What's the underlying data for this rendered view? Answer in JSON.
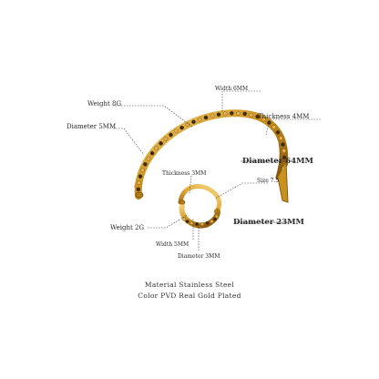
{
  "bangle": {
    "weight": "Weight 8G",
    "width": "Width 6MM",
    "diameter_wire": "Diameter 5MM",
    "thickness": "Thickness 4MM",
    "diameter": "Diameter 64MM"
  },
  "ring": {
    "thickness": "Thickness 3MM",
    "size": "Size 7.5",
    "weight": "Weight 2G",
    "diameter": "Diameter 23MM",
    "width": "Width 5MM",
    "diameter_wire": "Diameter 3MM"
  },
  "footer": {
    "material": "Material Stainless Steel",
    "color": "Color PVD Real Gold Plated"
  },
  "colors": {
    "gold": "#c9921f",
    "gold_light": "#f2cc6a",
    "gold_dark": "#8a5a10",
    "line": "#333333"
  }
}
